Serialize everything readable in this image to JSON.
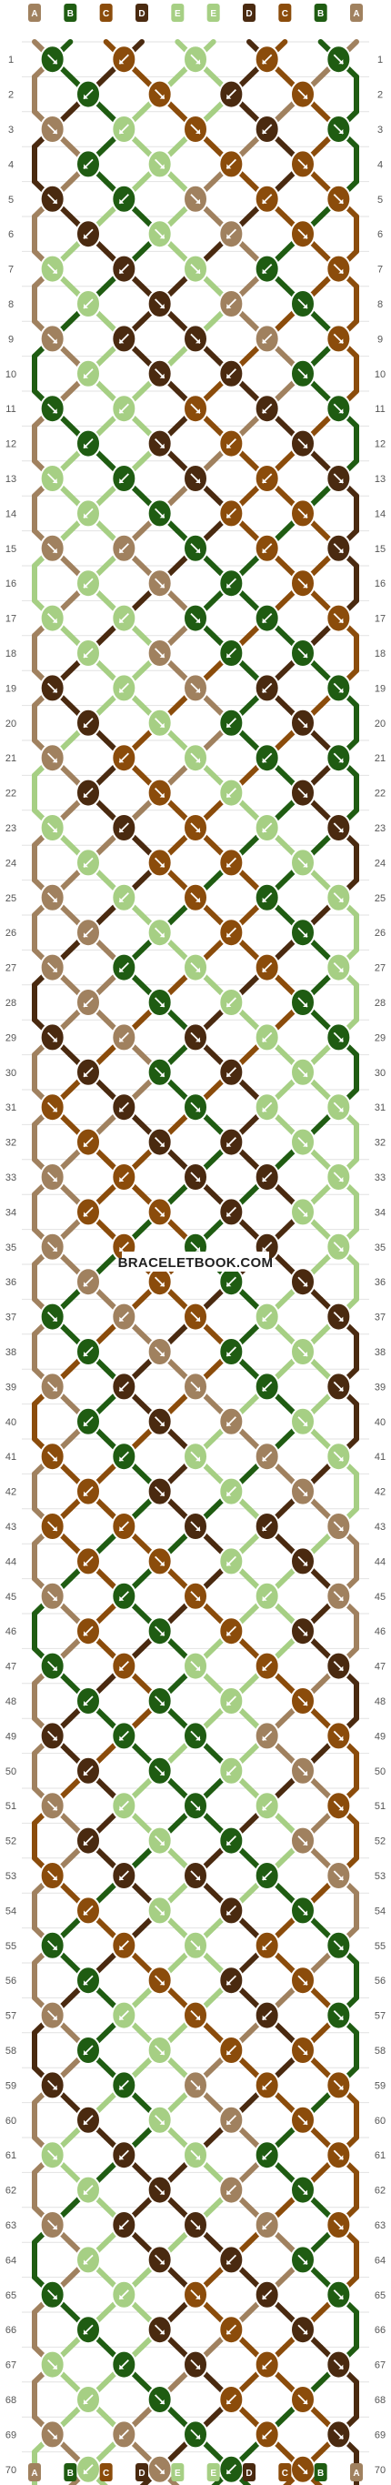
{
  "title": "",
  "watermark": "BRACELETBOOK.COM",
  "column_labels": [
    "A",
    "B",
    "C",
    "D",
    "E",
    "E",
    "D",
    "C",
    "B",
    "A"
  ],
  "thread_colors": {
    "A": "#a0815f",
    "B": "#1f5c12",
    "C": "#8b4c0b",
    "D": "#4a2a10",
    "E": "#a6cf84"
  },
  "row_count": 70,
  "knot_style": "alternating rows of knot ovals with directional arrows"
}
